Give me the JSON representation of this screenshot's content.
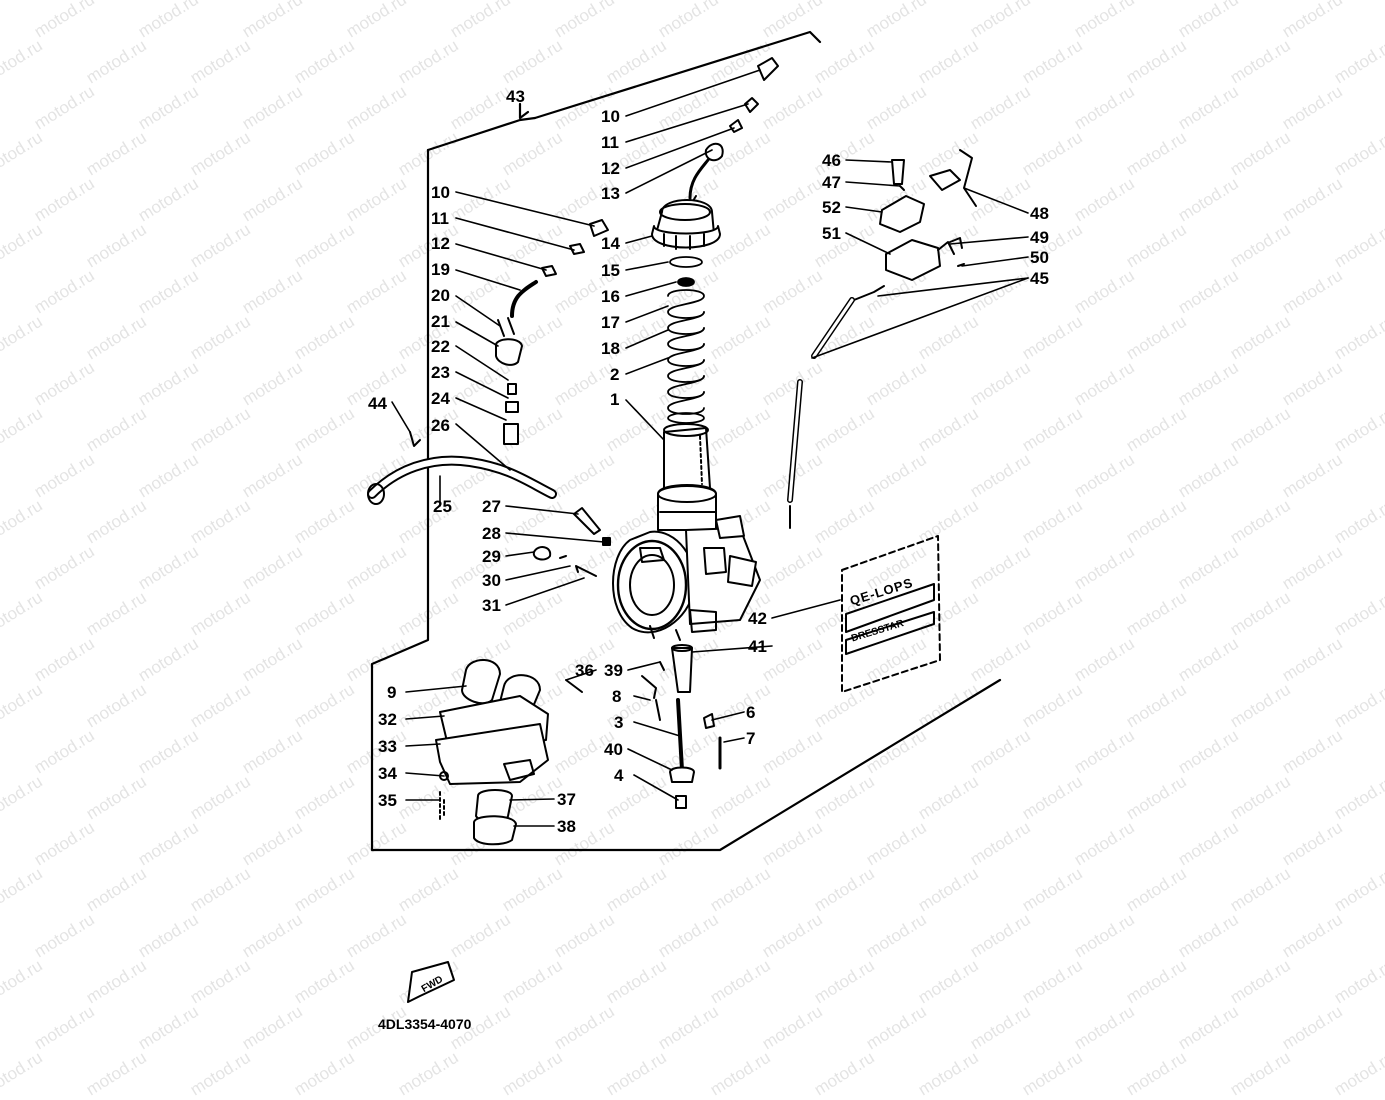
{
  "watermark": "motod.ru",
  "reference_code": "4DL3354-4070",
  "fwd_label": "FWD",
  "decal_text": [
    "QE-LOPS",
    "DRESSTAR"
  ],
  "callouts": {
    "c43": "43",
    "c10a": "10",
    "c11a": "11",
    "c12a": "12",
    "c13": "13",
    "c14": "14",
    "c15": "15",
    "c16": "16",
    "c17": "17",
    "c18": "18",
    "c2": "2",
    "c1": "1",
    "c10b": "10",
    "c11b": "11",
    "c12b": "12",
    "c19": "19",
    "c20": "20",
    "c21": "21",
    "c22": "22",
    "c23": "23",
    "c24": "24",
    "c26": "26",
    "c44": "44",
    "c25": "25",
    "c27": "27",
    "c28": "28",
    "c29": "29",
    "c30": "30",
    "c31": "31",
    "c46": "46",
    "c47": "47",
    "c52": "52",
    "c51": "51",
    "c48": "48",
    "c49": "49",
    "c50": "50",
    "c45": "45",
    "c42": "42",
    "c41": "41",
    "c39": "39",
    "c8": "8",
    "c36": "36",
    "c3": "3",
    "c6": "6",
    "c7": "7",
    "c40": "40",
    "c4": "4",
    "c9": "9",
    "c32": "32",
    "c33": "33",
    "c34": "34",
    "c35": "35",
    "c37": "37",
    "c38": "38"
  }
}
